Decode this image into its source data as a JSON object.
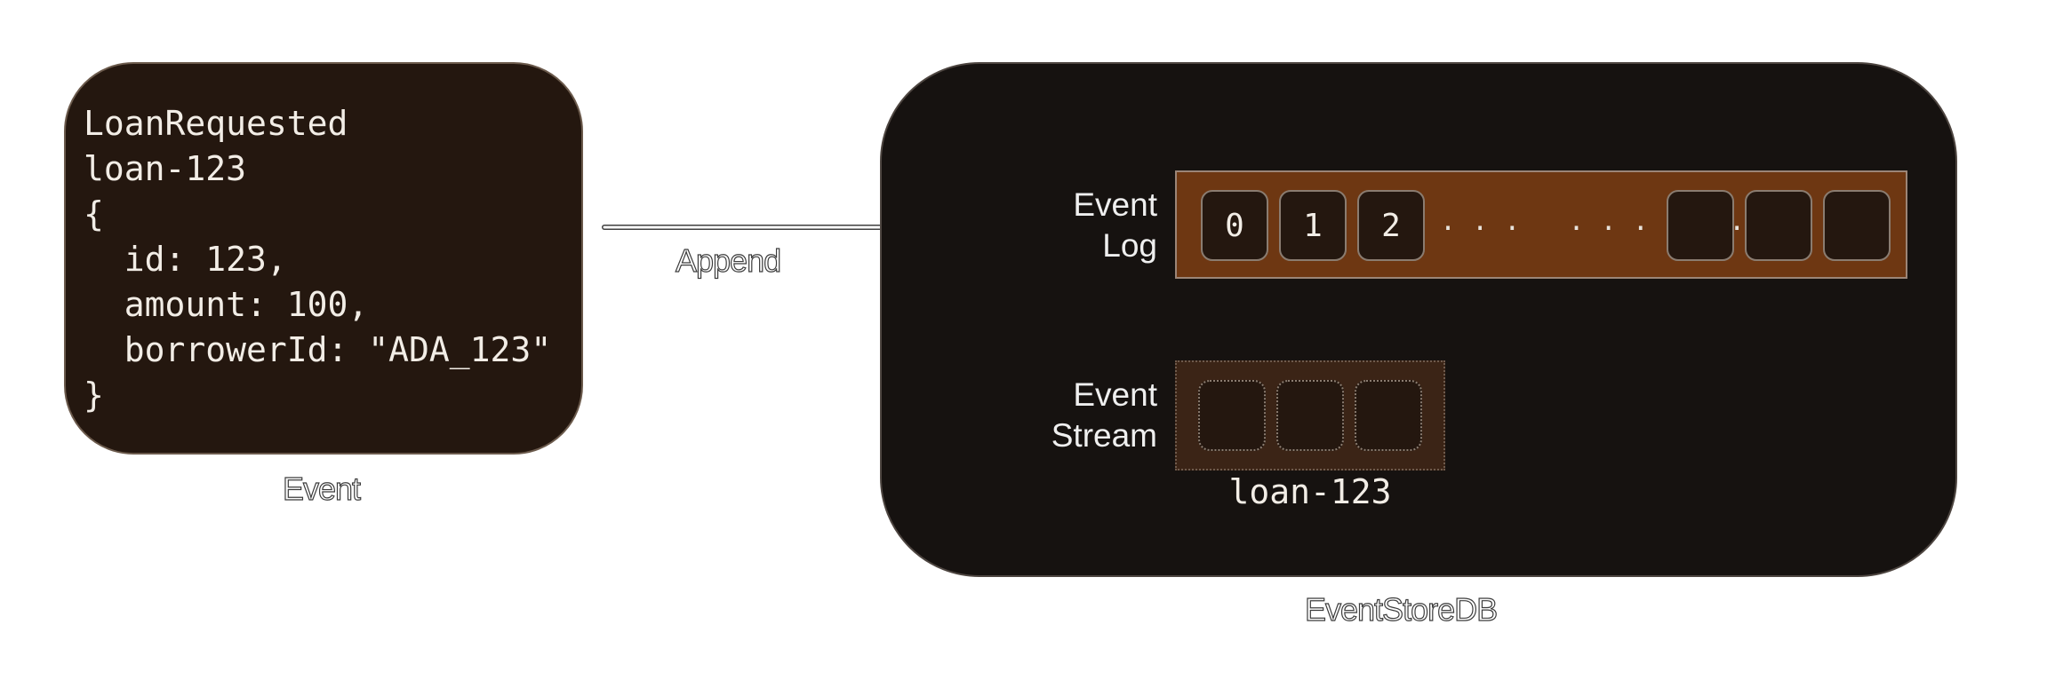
{
  "event": {
    "lines": [
      "LoanRequested",
      "loan-123",
      "{",
      "  id: 123,",
      "  amount: 100,",
      "  borrowerId: \"ADA_123\"",
      "}"
    ],
    "caption": "Event"
  },
  "arrow": {
    "label": "Append"
  },
  "eventstore": {
    "caption": "EventStoreDB",
    "log": {
      "label": "Event\nLog",
      "slots": [
        "0",
        "1",
        "2",
        "",
        "",
        ""
      ],
      "ellipsis": ". . .   . . .   . . ."
    },
    "stream": {
      "label": "Event\nStream",
      "slots": [
        "",
        "",
        ""
      ],
      "name": "loan-123"
    }
  },
  "colors": {
    "event_bg": "#24170f",
    "store_bg": "#161210",
    "log_bar": "#6e3712",
    "stream_bar": "#3b2416",
    "arrow": "#ffffff"
  },
  "icons": [
    "arrow-right-icon",
    "arrow-right-icon"
  ]
}
